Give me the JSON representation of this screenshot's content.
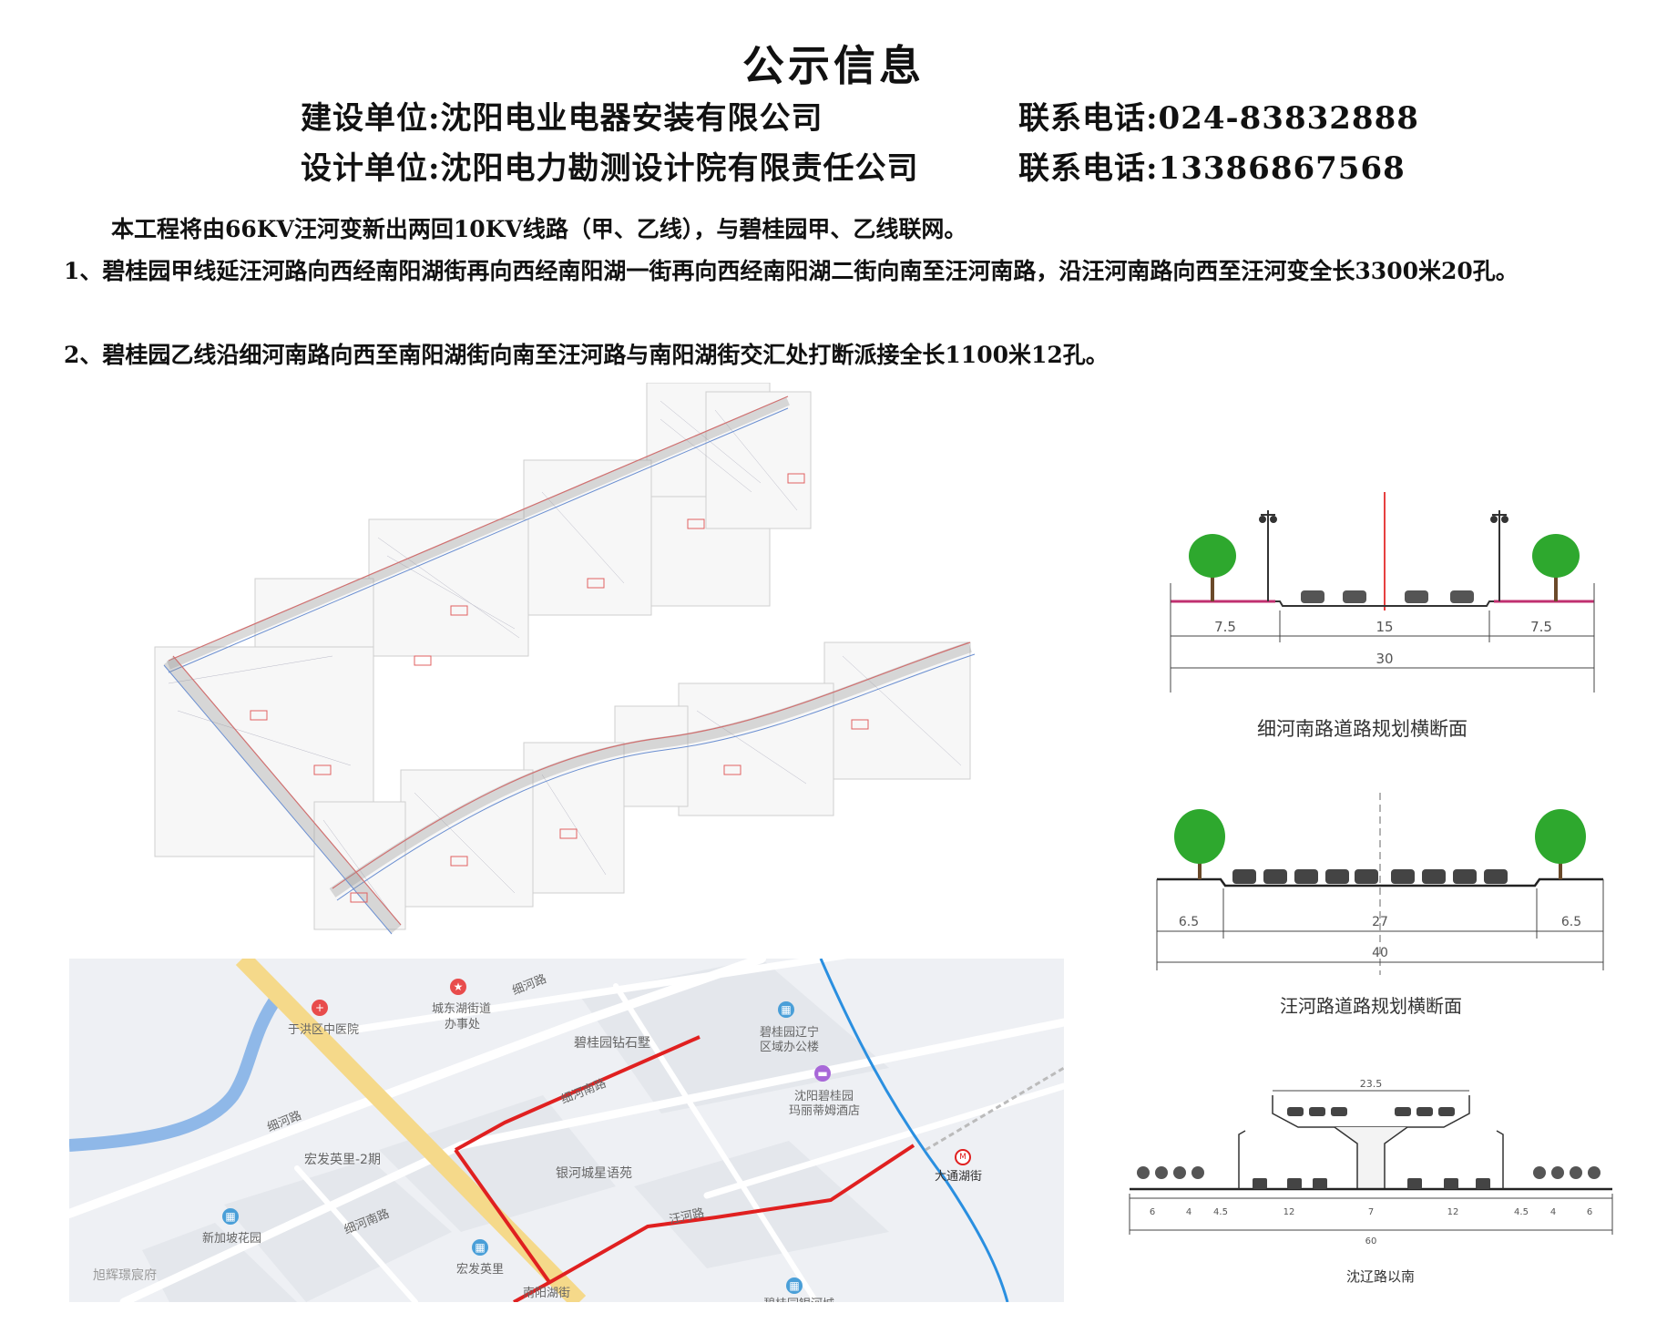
{
  "header": {
    "title": "公示信息",
    "builder_label": "建设单位:沈阳电业电器安装有限公司",
    "builder_phone": "联系电话:024-83832888",
    "designer_label": "设计单位:沈阳电力勘测设计院有限责任公司",
    "designer_phone": "联系电话:13386867568"
  },
  "body": {
    "intro": "本工程将由66KV汪河变新出两回10KV线路（甲、乙线），与碧桂园甲、乙线联网。",
    "item1": "1、碧桂园甲线延汪河路向西经南阳湖街再向西经南阳湖一街再向西经南阳湖二街向南至汪河南路，沿汪河南路向西至汪河变全长3300米20孔。",
    "item2": "2、碧桂园乙线沿细河南路向西至南阳湖街向南至汪河路与南阳湖街交汇处打断派接全长1100米12孔。"
  },
  "map": {
    "labels": {
      "hospital": "于洪区中医院",
      "office_1": "城东湖街道",
      "office_2": "办事处",
      "road_xihe_top": "细河路",
      "diamond_villa": "碧桂园钻石墅",
      "bgy_office_1": "碧桂园辽宁",
      "bgy_office_2": "区域办公楼",
      "hotel_1": "沈阳碧桂园",
      "hotel_2": "玛丽蒂姆酒店",
      "road_xihe_left": "细河路",
      "road_xihenan_upper": "细河南路",
      "hongfa_2": "宏发英里-2期",
      "yinhe": "银河城星语苑",
      "datong_station": "大通湖街",
      "wanghe_road": "汪河路",
      "xinjiapo": "新加坡花园",
      "road_xihenan_lower": "细河南路",
      "hongfa": "宏发英里",
      "xuhui": "旭辉璟宸府",
      "nanyang": "南阳湖街",
      "bgy_yinhe": "碧桂园银河城"
    }
  },
  "sections": [
    {
      "caption": "细河南路道路规划横断面",
      "dims": [
        "7.5",
        "15",
        "7.5",
        "30"
      ]
    },
    {
      "caption": "汪河路道路规划横断面",
      "dims": [
        "6.5",
        "27",
        "6.5",
        "40"
      ]
    },
    {
      "caption": "沈辽路以南",
      "top_dim": "23.5",
      "dims": [
        "6",
        "4",
        "4.5",
        "12",
        "7",
        "12",
        "4.5",
        "4",
        "6",
        "60"
      ]
    }
  ],
  "colors": {
    "route_red": "#e02020",
    "river_blue": "#8fb8e8",
    "metro_blue": "#2a8fe0",
    "main_road_yellow": "#f5d98a",
    "tree_green": "#2ea82e"
  }
}
